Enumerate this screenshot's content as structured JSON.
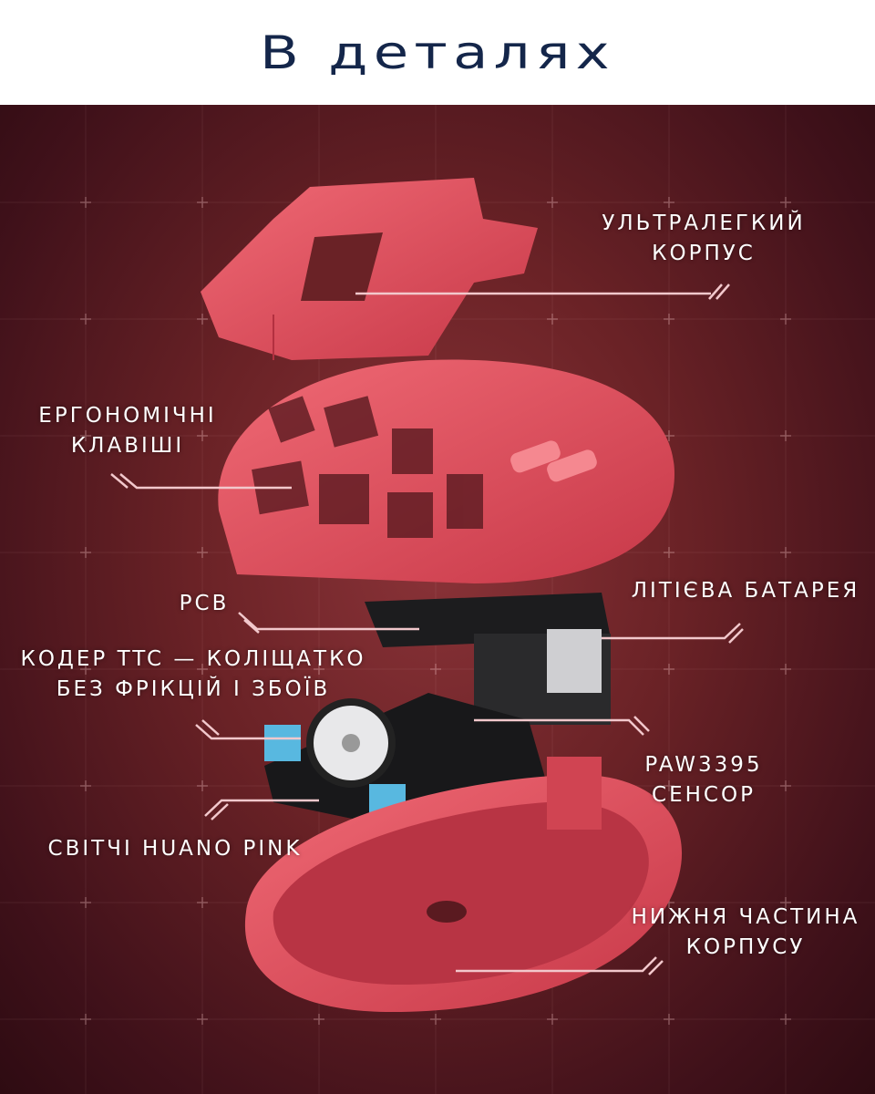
{
  "title": "В деталях",
  "labels": {
    "shell": [
      "Ультралегкий",
      "корпус"
    ],
    "buttons": [
      "Ергономічні",
      "клавіші"
    ],
    "pcb": "PCB",
    "battery": "Літієва батарея",
    "encoder": [
      "Кодер TTC — коліщатко",
      "без фрікцій і збоїв"
    ],
    "sensor": [
      "PAW3395",
      "сенсор"
    ],
    "switches": "Світчі Huano Pink",
    "bottom": [
      "Нижня частина",
      "корпусу"
    ]
  },
  "colors": {
    "title": "#14264a",
    "shell": "#e2505e",
    "line": "#f2c8cc"
  }
}
